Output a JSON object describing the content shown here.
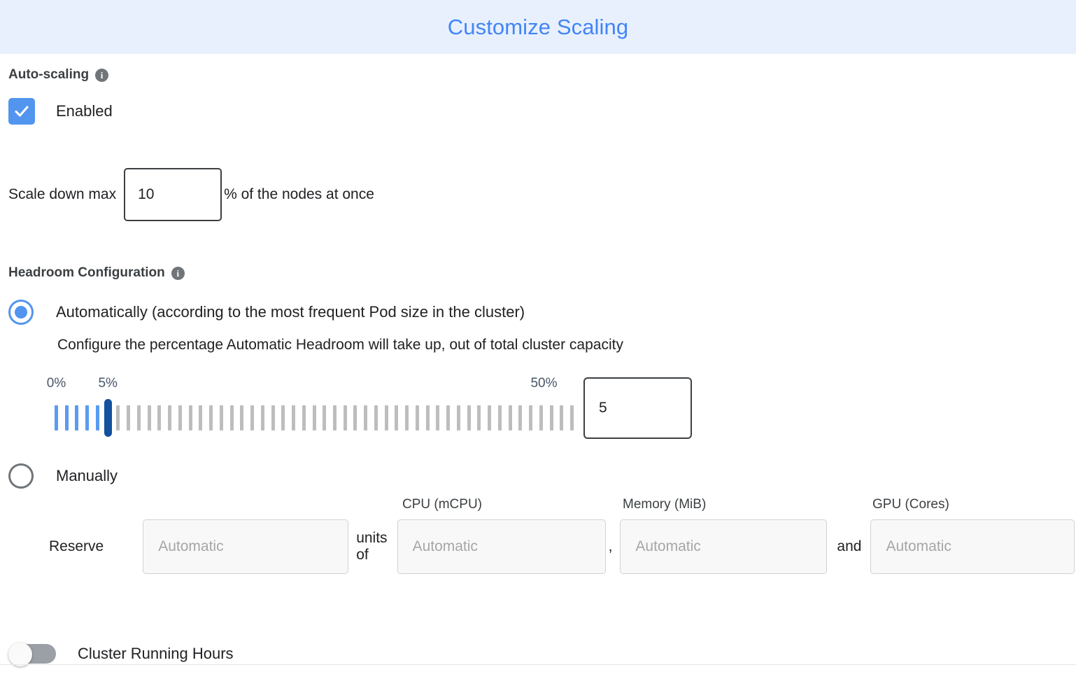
{
  "header": {
    "title": "Customize Scaling",
    "bg_color": "#e8f0fe",
    "text_color": "#4285f4"
  },
  "auto_scaling": {
    "section_label": "Auto-scaling",
    "info_glyph": "i",
    "checkbox_label": "Enabled",
    "checkbox_checked": true,
    "accent_color": "#5295ee",
    "scale_down": {
      "prefix_label": "Scale down max",
      "value": "10",
      "suffix_label": "% of the nodes at once"
    }
  },
  "headroom": {
    "section_label": "Headroom Configuration",
    "info_glyph": "i",
    "options": [
      {
        "label": "Automatically (according to the most frequent Pod size in the cluster)",
        "selected": true,
        "help": "Configure the percentage Automatic Headroom will take up, out of total cluster capacity"
      },
      {
        "label": "Manually",
        "selected": false
      }
    ],
    "slider": {
      "min_label": "0%",
      "current_label": "5%",
      "max_label": "50%",
      "min": 0,
      "max": 50,
      "value": 5,
      "tick_count": 51,
      "value_input": "5",
      "filled_color": "#5a9bf0",
      "tick_color": "#bdbdbd",
      "thumb_color": "#14519e",
      "label_color": "#4a5568"
    },
    "manual": {
      "reserve_label": "Reserve",
      "units_label": "units of",
      "comma": ",",
      "and_label": "and",
      "units_placeholder": "Automatic",
      "columns": [
        {
          "header": "CPU (mCPU)",
          "placeholder": "Automatic"
        },
        {
          "header": "Memory (MiB)",
          "placeholder": "Automatic"
        },
        {
          "header": "GPU (Cores)",
          "placeholder": "Automatic"
        }
      ]
    }
  },
  "cluster_running_hours": {
    "label": "Cluster Running Hours",
    "enabled": false,
    "track_color": "#9aa0a6"
  }
}
